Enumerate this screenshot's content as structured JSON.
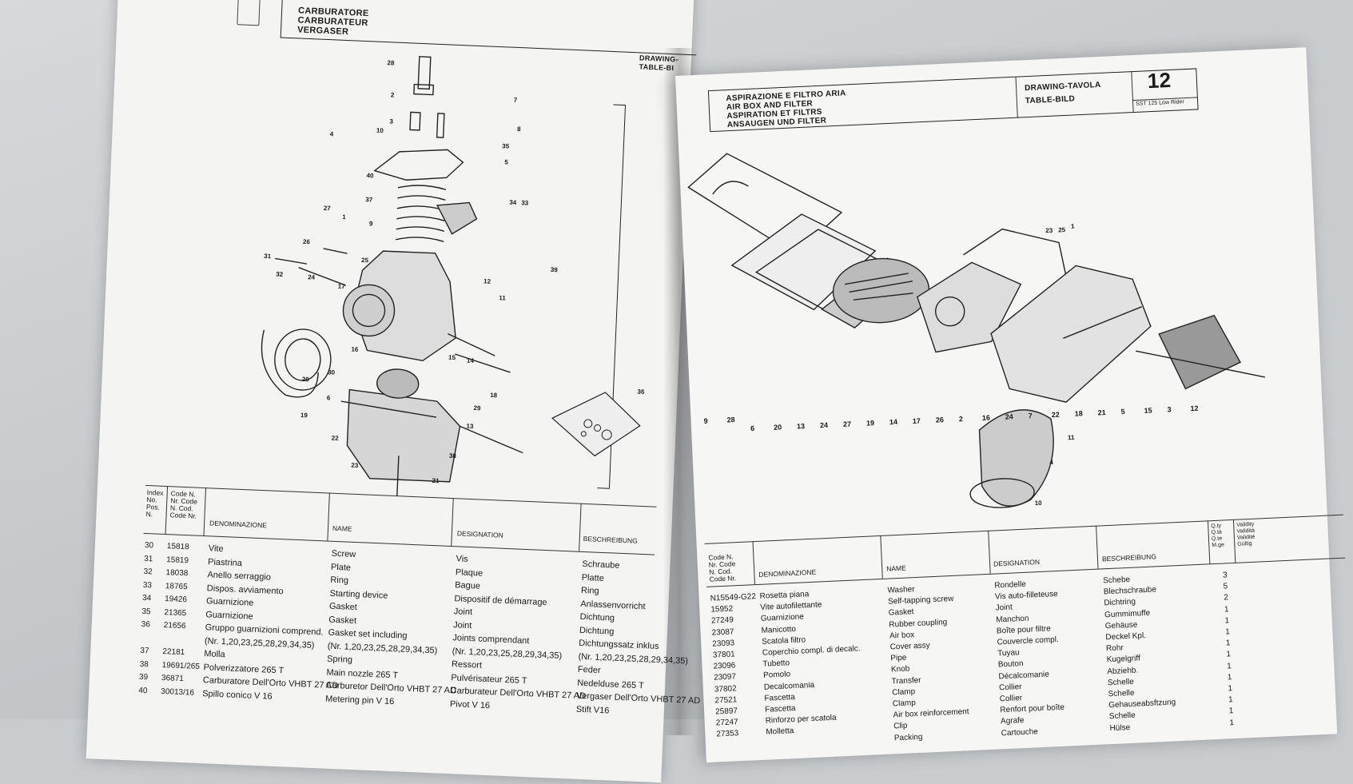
{
  "left_page": {
    "title_lines": [
      "CARBURATORE",
      "CARBURATEUR",
      "VERGASER"
    ],
    "drawing_tab": "DRAWING-\nTABLE-BI",
    "callouts": [
      "28",
      "2",
      "7",
      "3",
      "8",
      "10",
      "35",
      "4",
      "5",
      "40",
      "37",
      "34",
      "33",
      "27",
      "1",
      "9",
      "26",
      "25",
      "39",
      "31",
      "32",
      "24",
      "12",
      "17",
      "11",
      "15",
      "14",
      "16",
      "30",
      "20",
      "6",
      "18",
      "29",
      "19",
      "13",
      "22",
      "38",
      "23",
      "21",
      "36"
    ],
    "table_headers": [
      "Index\nNo.\nPos.\nN.",
      "Code N.\nNr. Code\nN. Cod.\nCode Nr.",
      "DENOMINAZIONE",
      "NAME",
      "DESIGNATION",
      "BESCHREIBUNG"
    ],
    "rows": [
      [
        "30",
        "15818",
        "Vite",
        "Screw",
        "Vis",
        "Schraube"
      ],
      [
        "31",
        "15819",
        "Piastrina",
        "Plate",
        "Plaque",
        "Platte"
      ],
      [
        "32",
        "18038",
        "Anello serraggio",
        "Ring",
        "Bague",
        "Ring"
      ],
      [
        "33",
        "18765",
        "Dispos. avviamento",
        "Starting device",
        "Dispositif de démarrage",
        "Anlassenvorricht"
      ],
      [
        "34",
        "19426",
        "Guarnizione",
        "Gasket",
        "Joint",
        "Dichtung"
      ],
      [
        "35",
        "21365",
        "Guarnizione",
        "Gasket",
        "Joint",
        "Dichtung"
      ],
      [
        "36",
        "21656",
        "Gruppo guarnizioni comprend.",
        "Gasket set including",
        "Joints comprendant",
        "Dichtungssatz inklus"
      ],
      [
        "",
        "",
        "(Nr. 1,20,23,25,28,29,34,35)",
        "(Nr. 1,20,23,25,28,29,34,35)",
        "(Nr. 1,20,23,25,28,29,34,35)",
        "(Nr. 1,20,23,25,28,29,34,35)"
      ],
      [
        "37",
        "22181",
        "Molla",
        "Spring",
        "Ressort",
        "Feder"
      ],
      [
        "38",
        "19691/265",
        "Polverizzatore 265 T",
        "Main nozzle 265 T",
        "Pulvérisateur 265 T",
        "Nedelduse 265 T"
      ],
      [
        "39",
        "36871",
        "Carburatore Dell'Orto VHBT 27 AD",
        "Carburetor Dell'Orto VHBT 27 AD",
        "Carburateur Dell'Orto VHBT 27 AD",
        "Vergaser Dell'Orto VHBT 27 AD"
      ],
      [
        "40",
        "30013/16",
        "Spillo conico V 16",
        "Metering pin V 16",
        "Pivot V 16",
        "Stift V16"
      ]
    ]
  },
  "right_page": {
    "title_lines": [
      "ASPIRAZIONE E FILTRO ARIA",
      "AIR BOX AND FILTER",
      "ASPIRATION ET FILTRS",
      "ANSAUGEN UND FILTER"
    ],
    "drawing_label_1": "DRAWING-TAVOLA",
    "drawing_label_2": "TABLE-BILD",
    "table_number": "12",
    "model": "SST 125 Low Rider",
    "bottom_callouts": [
      "9",
      "28",
      "6",
      "20",
      "13",
      "24",
      "27",
      "19",
      "14",
      "17",
      "26",
      "2",
      "16",
      "24",
      "7",
      "22",
      "18",
      "21",
      "5",
      "15",
      "3",
      "12"
    ],
    "other_callouts": [
      "23",
      "25",
      "1",
      "11",
      "4",
      "10"
    ],
    "table_headers": [
      "Code N.\nNr. Code\nN. Cod.\nCode Nr.",
      "DENOMINAZIONE",
      "NAME",
      "DESIGNATION",
      "BESCHREIBUNG",
      "Q.ty\nQ.tà\nQ.te\nM.ge",
      "Validity\nValidità\nValidité\nGültig"
    ],
    "rows": [
      [
        "N15549-G22",
        "Rosetta piana",
        "Washer",
        "Rondelle",
        "Schebe",
        "3"
      ],
      [
        "15952",
        "Vite autofilettante",
        "Self-tapping screw",
        "Vis auto-filleteuse",
        "Blechschraube",
        "5"
      ],
      [
        "27249",
        "Guarnizione",
        "Gasket",
        "Joint",
        "Dichtring",
        "2"
      ],
      [
        "23087",
        "Manicotto",
        "Rubber coupling",
        "Manchon",
        "Gummimuffe",
        "1"
      ],
      [
        "23093",
        "Scatola filtro",
        "Air box",
        "Boîte pour filtre",
        "Gehäuse",
        "1"
      ],
      [
        "37801",
        "Coperchio compl. di decalc.",
        "Cover assy",
        "Couvercle compl.",
        "Deckel Kpl.",
        "1"
      ],
      [
        "23096",
        "Tubetto",
        "Pipe",
        "Tuyau",
        "Rohr",
        "1"
      ],
      [
        "23097",
        "Pomolo",
        "Knob",
        "Bouton",
        "Kugelgriff",
        "1"
      ],
      [
        "37802",
        "Decalcomania",
        "Transfer",
        "Décalcomanie",
        "Abziehb.",
        "1"
      ],
      [
        "27521",
        "Fascetta",
        "Clamp",
        "Collier",
        "Schelle",
        "1"
      ],
      [
        "25897",
        "Fascetta",
        "Clamp",
        "Collier",
        "Schelle",
        "1"
      ],
      [
        "27247",
        "Rinforzo per scatola",
        "Air box reinforcement",
        "Renfort pour boîte",
        "Gehauseabsftzung",
        "1"
      ],
      [
        "27353",
        "Molletta",
        "Clip",
        "Agrafe",
        "Schelle",
        "1"
      ],
      [
        "",
        "",
        "Packing",
        "Cartouche",
        "Hülse",
        "1"
      ]
    ]
  }
}
